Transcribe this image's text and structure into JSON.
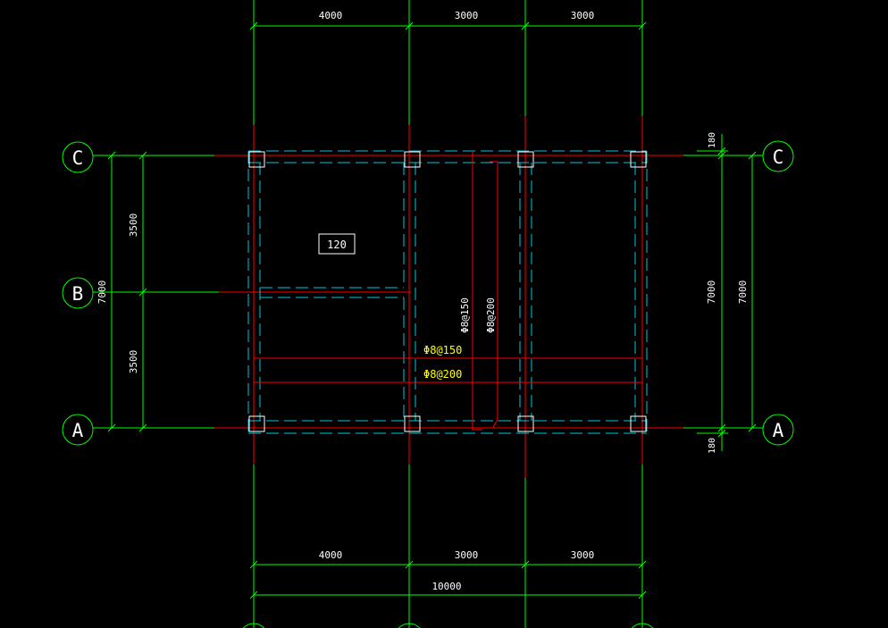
{
  "colors": {
    "background": "#000000",
    "axis": "#00ff00",
    "dimension": "#00ff00",
    "beam_dashed": "#00c8e0",
    "grid_red": "#ff0000",
    "column": "#ffffff",
    "rebar_text": "#ffff00",
    "text": "#ffffff"
  },
  "top_dimensions": [
    "4000",
    "3000",
    "3000"
  ],
  "bottom_dimensions": [
    "4000",
    "3000",
    "3000"
  ],
  "bottom_total": "10000",
  "axis_labels": {
    "left": [
      "C",
      "B",
      "A"
    ],
    "right": [
      "C",
      "A"
    ]
  },
  "left_dimensions": {
    "upper": "3500",
    "lower": "3500",
    "total": "7000"
  },
  "right_dimensions": {
    "top_offset": "180",
    "bottom_offset": "180",
    "inner": "7000",
    "outer": "7000"
  },
  "slab_thickness_label": "120",
  "rebar_labels": {
    "horizontal_1": "Φ8@150",
    "horizontal_2": "Φ8@200",
    "vertical_1": "Φ8@150",
    "vertical_2": "Φ8@200"
  }
}
